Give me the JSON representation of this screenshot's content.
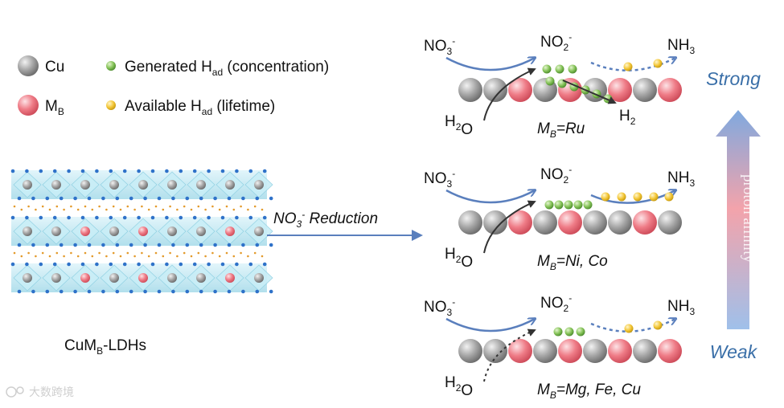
{
  "legend": {
    "cu": {
      "text": "Cu"
    },
    "mb": {
      "main": "M",
      "sub": "B"
    },
    "generated": {
      "pre": "Generated H",
      "sub": "ad",
      "post": " (concentration)"
    },
    "available": {
      "pre": "Available H",
      "sub": "ad",
      "post": " (lifetime)"
    }
  },
  "structure": {
    "caption_main": "CuM",
    "caption_sub": "B",
    "caption_post": "-LDHs"
  },
  "reaction_arrow": {
    "pre": "NO",
    "sub": "3",
    "sup": "-",
    "post": "  Reduction"
  },
  "species": {
    "no3": {
      "main": "NO",
      "sub": "3",
      "sup": "-"
    },
    "no2": {
      "main": "NO",
      "sub": "2",
      "sup": "-"
    },
    "nh3": {
      "main": "NH",
      "sub": "3"
    },
    "h2o": {
      "main": "H",
      "sub": "2",
      "post": "O"
    },
    "h2": {
      "main": "H",
      "sub": "2"
    }
  },
  "panels": [
    {
      "metal_main": "M",
      "metal_sub": "B",
      "metal_post": "=Ru"
    },
    {
      "metal_main": "M",
      "metal_sub": "B",
      "metal_post": "=Ni, Co"
    },
    {
      "metal_main": "M",
      "metal_sub": "B",
      "metal_post": "=Mg, Fe, Cu"
    }
  ],
  "affinity_axis": {
    "top": "Strong",
    "bottom": "Weak",
    "label": "proton affinity"
  },
  "watermark": {
    "text": "大数跨境"
  },
  "colors": {
    "cu_atom": "#9a9a9a",
    "mb_atom": "#ee7480",
    "generated_h": "#7dbf50",
    "available_h": "#f2c230",
    "arrow_blue": "#5a7fbd",
    "axis_blue": "#3a6fa8",
    "layer_cyan": "#bfe7f2"
  }
}
